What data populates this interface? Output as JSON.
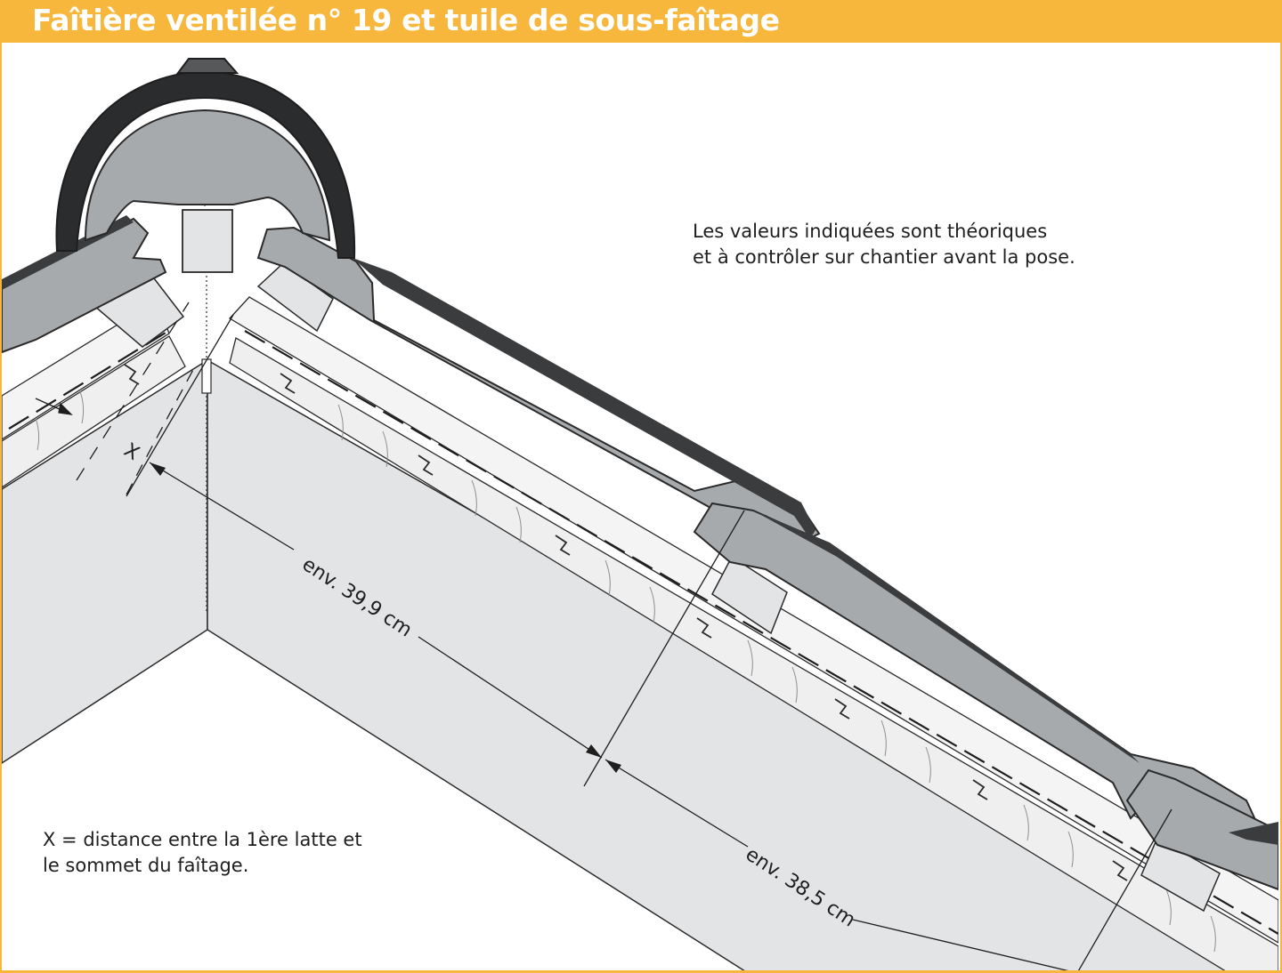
{
  "header": {
    "title": "Faîtière ventilée n° 19 et tuile de sous-faîtage"
  },
  "notes": {
    "theoretical_line1": "Les valeurs indiquées sont théoriques",
    "theoretical_line2": "et à contrôler sur chantier avant la pose.",
    "x_definition_line1": "X = distance entre la 1ère latte et",
    "x_definition_line2": "le sommet du faîtage."
  },
  "dimensions": {
    "x_label": "X",
    "first_spacing": "env. 39,9 cm",
    "second_spacing": "env. 38,5 cm"
  },
  "colors": {
    "accent": "#f6b73c",
    "tile_grey": "#a7aaad",
    "ridge_dark": "#3b3c3e",
    "rafter_fill": "#e3e4e6",
    "batten_fill": "#f2f2f2",
    "screw_blue": "#cde9f2"
  }
}
